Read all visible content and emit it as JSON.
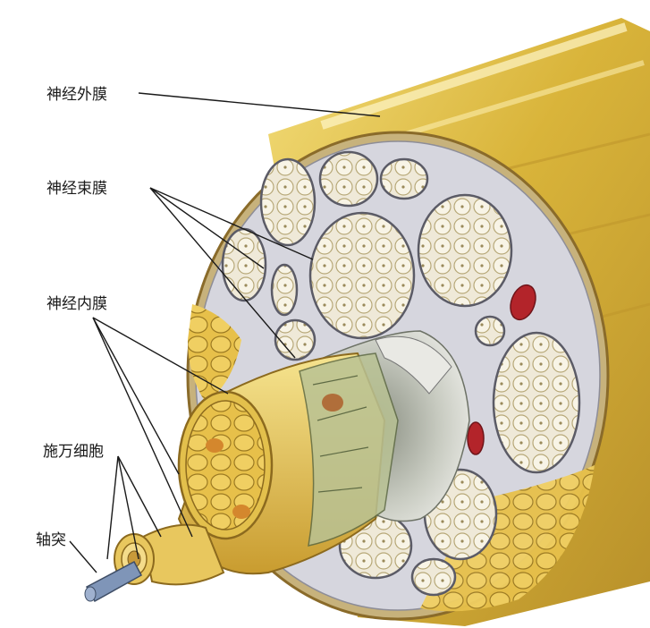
{
  "labels": {
    "epineurium": "神经外膜",
    "perineurium": "神经束膜",
    "endoneurium": "神经内膜",
    "schwann_cell": "施万细胞",
    "axon": "轴突"
  },
  "colors": {
    "nerve_yellow": "#d9b43a",
    "nerve_highlight": "#f3dd7a",
    "membrane_gray": "#d6d6de",
    "fascicle_fill": "#efe9d8",
    "cell_fill": "#f5f1e2",
    "blood_red": "#b3242a",
    "line": "#1a1a1a"
  },
  "icons": [
    "nerve-cylinder-illustration",
    "fascicle-icon",
    "blood-vessel-icon",
    "axon-icon"
  ]
}
